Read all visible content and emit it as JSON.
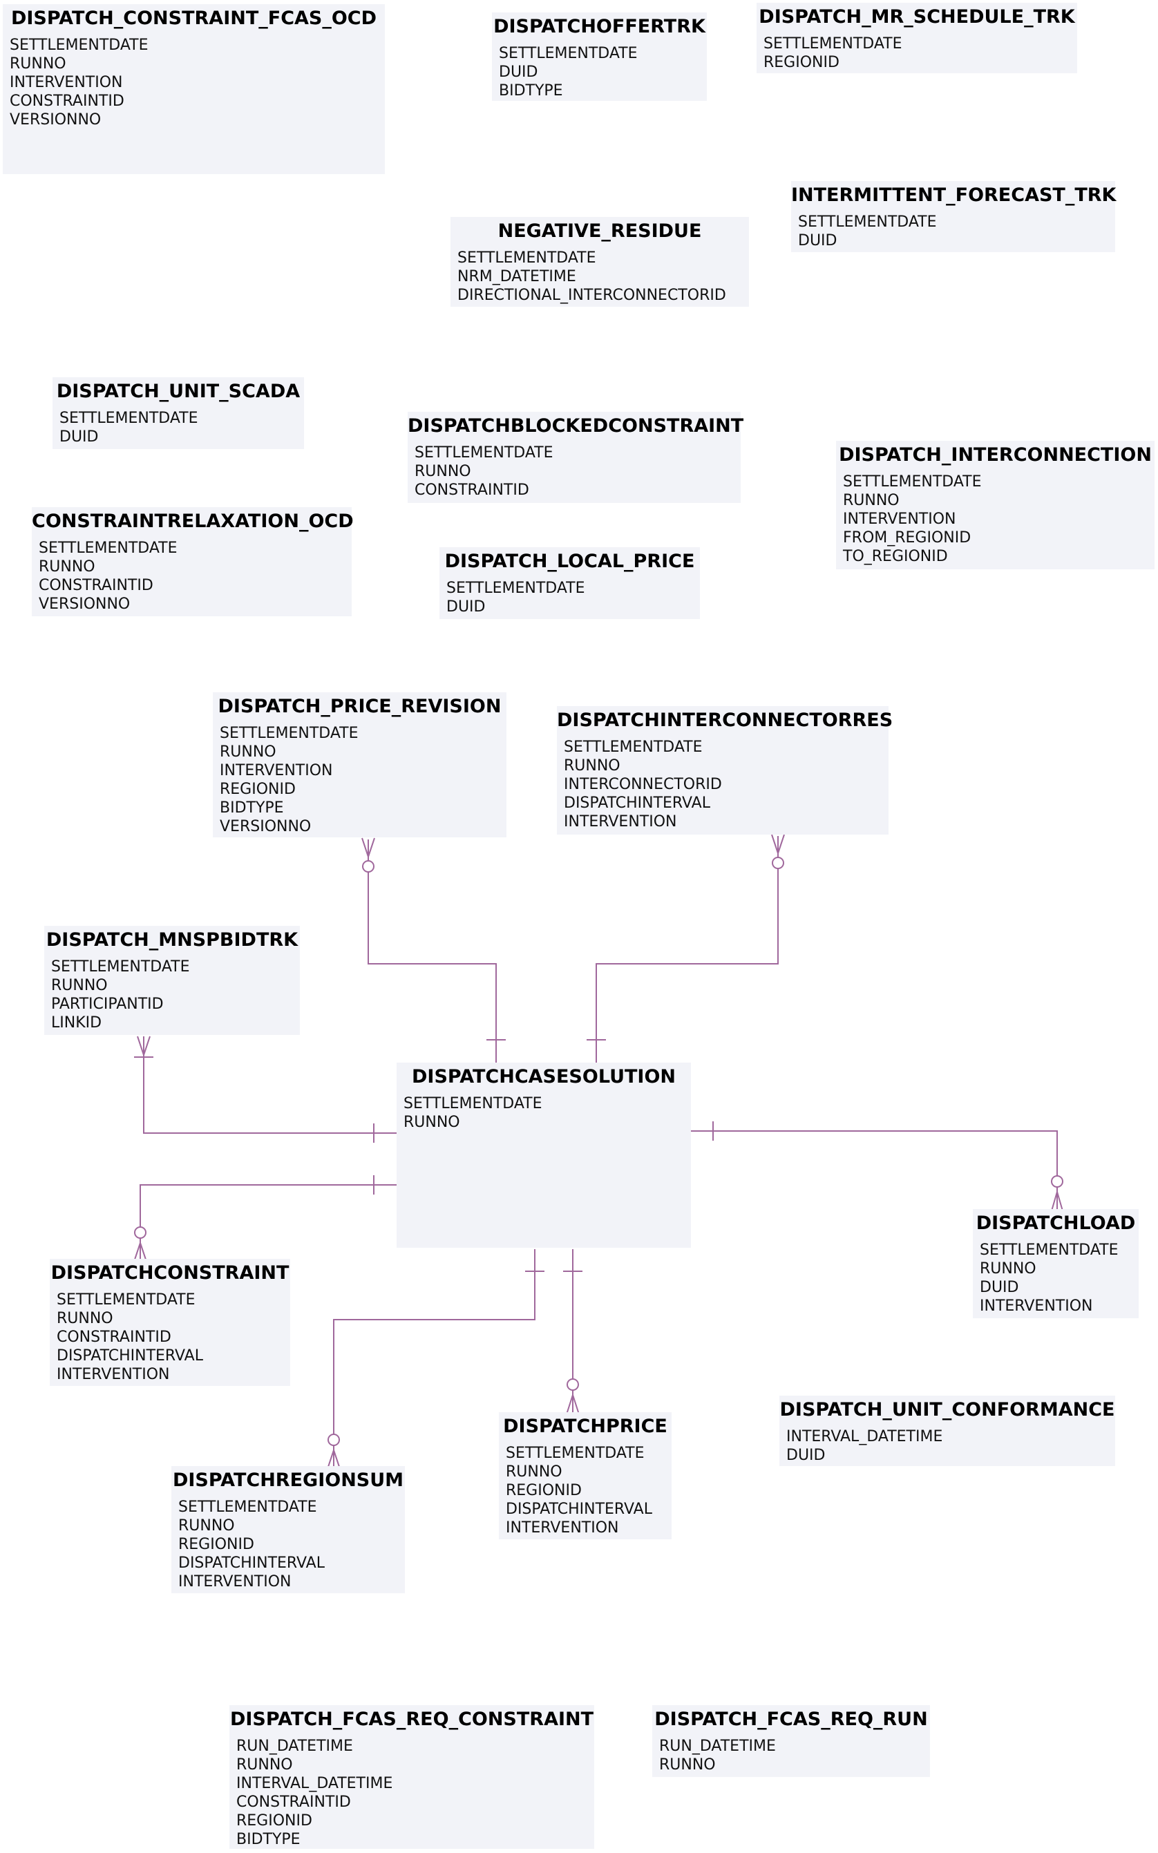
{
  "entities": [
    {
      "id": "dispatch_constraint_fcas_ocd",
      "name": "DISPATCH_CONSTRAINT_FCAS_OCD",
      "fields": [
        "SETTLEMENTDATE",
        "RUNNO",
        "INTERVENTION",
        "CONSTRAINTID",
        "VERSIONNO"
      ]
    },
    {
      "id": "dispatchoffertrk",
      "name": "DISPATCHOFFERTRK",
      "fields": [
        "SETTLEMENTDATE",
        "DUID",
        "BIDTYPE"
      ]
    },
    {
      "id": "dispatch_mr_schedule_trk",
      "name": "DISPATCH_MR_SCHEDULE_TRK",
      "fields": [
        "SETTLEMENTDATE",
        "REGIONID"
      ]
    },
    {
      "id": "intermittent_forecast_trk",
      "name": "INTERMITTENT_FORECAST_TRK",
      "fields": [
        "SETTLEMENTDATE",
        "DUID"
      ]
    },
    {
      "id": "negative_residue",
      "name": "NEGATIVE_RESIDUE",
      "fields": [
        "SETTLEMENTDATE",
        "NRM_DATETIME",
        "DIRECTIONAL_INTERCONNECTORID"
      ]
    },
    {
      "id": "dispatch_unit_scada",
      "name": "DISPATCH_UNIT_SCADA",
      "fields": [
        "SETTLEMENTDATE",
        "DUID"
      ]
    },
    {
      "id": "dispatchblockedconstraint",
      "name": "DISPATCHBLOCKEDCONSTRAINT",
      "fields": [
        "SETTLEMENTDATE",
        "RUNNO",
        "CONSTRAINTID"
      ]
    },
    {
      "id": "dispatch_interconnection",
      "name": "DISPATCH_INTERCONNECTION",
      "fields": [
        "SETTLEMENTDATE",
        "RUNNO",
        "INTERVENTION",
        "FROM_REGIONID",
        "TO_REGIONID"
      ]
    },
    {
      "id": "constraintrelaxation_ocd",
      "name": "CONSTRAINTRELAXATION_OCD",
      "fields": [
        "SETTLEMENTDATE",
        "RUNNO",
        "CONSTRAINTID",
        "VERSIONNO"
      ]
    },
    {
      "id": "dispatch_local_price",
      "name": "DISPATCH_LOCAL_PRICE",
      "fields": [
        "SETTLEMENTDATE",
        "DUID"
      ]
    },
    {
      "id": "dispatch_price_revision",
      "name": "DISPATCH_PRICE_REVISION",
      "fields": [
        "SETTLEMENTDATE",
        "RUNNO",
        "INTERVENTION",
        "REGIONID",
        "BIDTYPE",
        "VERSIONNO"
      ]
    },
    {
      "id": "dispatchinterconnectorres",
      "name": "DISPATCHINTERCONNECTORRES",
      "fields": [
        "SETTLEMENTDATE",
        "RUNNO",
        "INTERCONNECTORID",
        "DISPATCHINTERVAL",
        "INTERVENTION"
      ]
    },
    {
      "id": "dispatch_mnspbidtrk",
      "name": "DISPATCH_MNSPBIDTRK",
      "fields": [
        "SETTLEMENTDATE",
        "RUNNO",
        "PARTICIPANTID",
        "LINKID"
      ]
    },
    {
      "id": "dispatchcasesolution",
      "name": "DISPATCHCASESOLUTION",
      "fields": [
        "SETTLEMENTDATE",
        "RUNNO"
      ]
    },
    {
      "id": "dispatchload",
      "name": "DISPATCHLOAD",
      "fields": [
        "SETTLEMENTDATE",
        "RUNNO",
        "DUID",
        "INTERVENTION"
      ]
    },
    {
      "id": "dispatchconstraint",
      "name": "DISPATCHCONSTRAINT",
      "fields": [
        "SETTLEMENTDATE",
        "RUNNO",
        "CONSTRAINTID",
        "DISPATCHINTERVAL",
        "INTERVENTION"
      ]
    },
    {
      "id": "dispatch_unit_conformance",
      "name": "DISPATCH_UNIT_CONFORMANCE",
      "fields": [
        "INTERVAL_DATETIME",
        "DUID"
      ]
    },
    {
      "id": "dispatchprice",
      "name": "DISPATCHPRICE",
      "fields": [
        "SETTLEMENTDATE",
        "RUNNO",
        "REGIONID",
        "DISPATCHINTERVAL",
        "INTERVENTION"
      ]
    },
    {
      "id": "dispatchregionsum",
      "name": "DISPATCHREGIONSUM",
      "fields": [
        "SETTLEMENTDATE",
        "RUNNO",
        "REGIONID",
        "DISPATCHINTERVAL",
        "INTERVENTION"
      ]
    },
    {
      "id": "dispatch_fcas_req_constraint",
      "name": "DISPATCH_FCAS_REQ_CONSTRAINT",
      "fields": [
        "RUN_DATETIME",
        "RUNNO",
        "INTERVAL_DATETIME",
        "CONSTRAINTID",
        "REGIONID",
        "BIDTYPE"
      ]
    },
    {
      "id": "dispatch_fcas_req_run",
      "name": "DISPATCH_FCAS_REQ_RUN",
      "fields": [
        "RUN_DATETIME",
        "RUNNO"
      ]
    }
  ],
  "relationships": [
    {
      "from": "dispatchcasesolution",
      "to": "dispatch_price_revision",
      "cardinality": "one-to-zero-or-many"
    },
    {
      "from": "dispatchcasesolution",
      "to": "dispatchinterconnectorres",
      "cardinality": "one-to-zero-or-many"
    },
    {
      "from": "dispatchcasesolution",
      "to": "dispatch_mnspbidtrk",
      "cardinality": "one-to-one-or-many"
    },
    {
      "from": "dispatchcasesolution",
      "to": "dispatchconstraint",
      "cardinality": "one-to-zero-or-many"
    },
    {
      "from": "dispatchcasesolution",
      "to": "dispatchload",
      "cardinality": "one-to-zero-or-many"
    },
    {
      "from": "dispatchcasesolution",
      "to": "dispatchregionsum",
      "cardinality": "one-to-zero-or-many"
    },
    {
      "from": "dispatchcasesolution",
      "to": "dispatchprice",
      "cardinality": "one-to-zero-or-many"
    }
  ],
  "colors": {
    "entity_fill": "#f2f3f8",
    "relationship_line": "#a0689c"
  }
}
